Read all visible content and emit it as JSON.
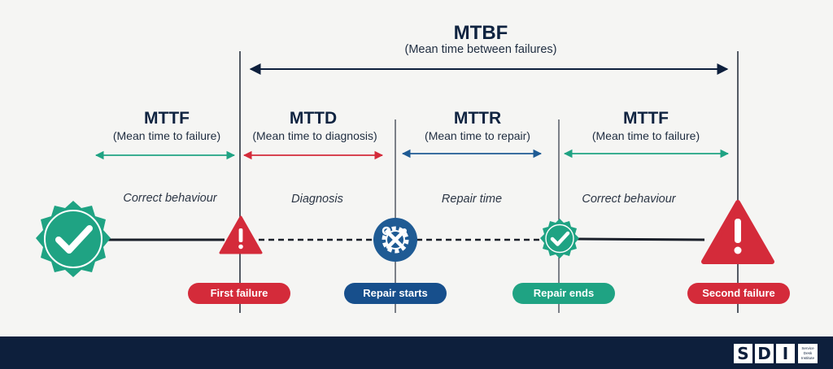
{
  "top": {
    "abbr": "MTBF",
    "full": "(Mean time between failures)"
  },
  "intervals": [
    {
      "abbr": "MTTF",
      "full": "(Mean time to failure)",
      "color": "#1fa383"
    },
    {
      "abbr": "MTTD",
      "full": "(Mean time to diagnosis)",
      "color": "#d42b3a"
    },
    {
      "abbr": "MTTR",
      "full": "(Mean time to repair)",
      "color": "#1f5b94"
    },
    {
      "abbr": "MTTF",
      "full": "(Mean time to failure)",
      "color": "#1fa383"
    }
  ],
  "phases": [
    "Correct behaviour",
    "Diagnosis",
    "Repair time",
    "Correct behaviour"
  ],
  "events": [
    {
      "label": "First failure",
      "color": "#d42b3a"
    },
    {
      "label": "Repair starts",
      "color": "#174f8c"
    },
    {
      "label": "Repair ends",
      "color": "#1fa383"
    },
    {
      "label": "Second failure",
      "color": "#d42b3a"
    }
  ],
  "icons": [
    "check-badge-icon",
    "warning-triangle-icon",
    "wrench-gear-icon",
    "check-badge-icon",
    "warning-triangle-icon"
  ],
  "colors": {
    "dark_navy": "#0d1f3c",
    "green": "#1fa383",
    "red": "#d42b3a",
    "blue": "#1f5b94"
  },
  "logo": {
    "letters": [
      "S",
      "D",
      "I"
    ],
    "tagline": [
      "Service",
      "Desk",
      "Institute"
    ]
  }
}
